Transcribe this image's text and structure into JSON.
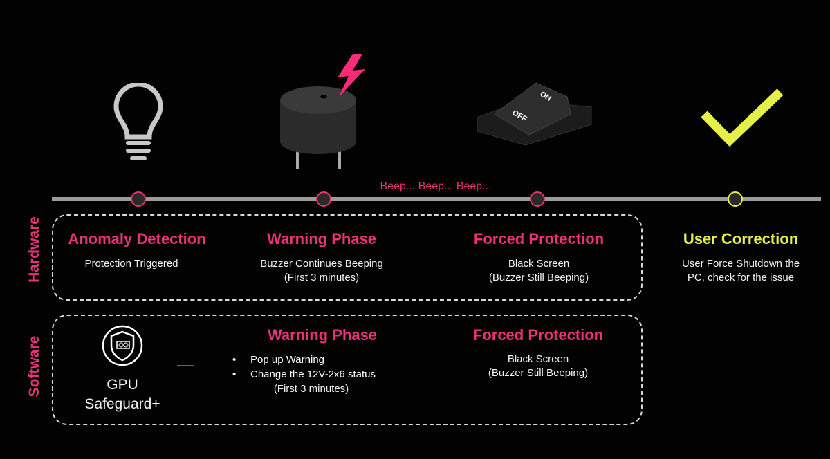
{
  "colors": {
    "accent": "#e8327a",
    "success": "#e6f04a",
    "timeline": "#9b9b9b"
  },
  "icons": [
    "lightbulb-icon",
    "buzzer-icon",
    "power-switch-icon",
    "checkmark-icon",
    "gpu-shield-icon"
  ],
  "switch": {
    "on": "ON",
    "off": "OFF"
  },
  "beep": "Beep... Beep... Beep...",
  "rows": {
    "hardware": "Hardware",
    "software": "Software"
  },
  "hardware": [
    {
      "title": "Anomaly Detection",
      "lines": [
        "Protection Triggered"
      ]
    },
    {
      "title": "Warning Phase",
      "lines": [
        "Buzzer Continues Beeping",
        "(First 3 minutes)"
      ]
    },
    {
      "title": "Forced Protection",
      "lines": [
        "Black Screen",
        "(Buzzer Still Beeping)"
      ]
    }
  ],
  "user": {
    "title": "User Correction",
    "lines": [
      "User Force Shutdown the",
      "PC, check for the issue"
    ]
  },
  "software": {
    "logo": [
      "GPU",
      "Safeguard+"
    ],
    "warning": {
      "title": "Warning Phase",
      "bullets": [
        "Pop up Warning",
        "Change the 12V-2x6 status"
      ],
      "note": "(First 3 minutes)"
    },
    "forced": {
      "title": "Forced Protection",
      "lines": [
        "Black Screen",
        "(Buzzer Still Beeping)"
      ]
    }
  }
}
